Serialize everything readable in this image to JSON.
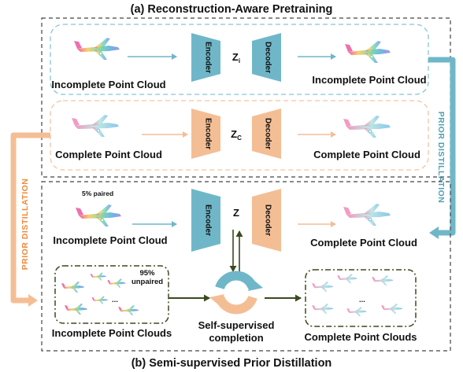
{
  "title_a": "(a)  Reconstruction-Aware Pretraining",
  "title_b": "(b) Semi-supervised Prior Distillation",
  "colors": {
    "teal": "#6fb7c8",
    "peach": "#f4be95",
    "olive": "#3b4a1c",
    "dash_teal": "#88c3d6",
    "dash_peach": "#f5c3a0"
  },
  "stage_a": {
    "row_incomplete": {
      "input_label": "Incomplete Point Cloud",
      "encoder": "Encoder",
      "latent_main": "Z",
      "latent_sub": "i",
      "decoder": "Decoder",
      "output_label": "Incomplete Point Cloud"
    },
    "row_complete": {
      "input_label": "Complete Point Cloud",
      "encoder": "Encoder",
      "latent_main": "Z",
      "latent_sub": "C",
      "decoder": "Decoder",
      "output_label": "Complete Point Cloud"
    }
  },
  "stage_b": {
    "paired_tag": "5% paired",
    "input_label": "Incomplete Point Cloud",
    "encoder": "Encoder",
    "latent": "Z",
    "decoder": "Decoder",
    "output_label": "Complete Point Cloud",
    "unpaired_tag_1": "95%",
    "unpaired_tag_2": "unpaired",
    "ellipsis": "...",
    "unpaired_label": "Incomplete Point Clouds",
    "cycle_label_1": "Self-supervised",
    "cycle_label_2": "completion",
    "completed_label": "Complete Point Clouds"
  },
  "prior_left": "PRIOR DISTILLATION",
  "prior_right": "PRIOR DISTILLATION"
}
